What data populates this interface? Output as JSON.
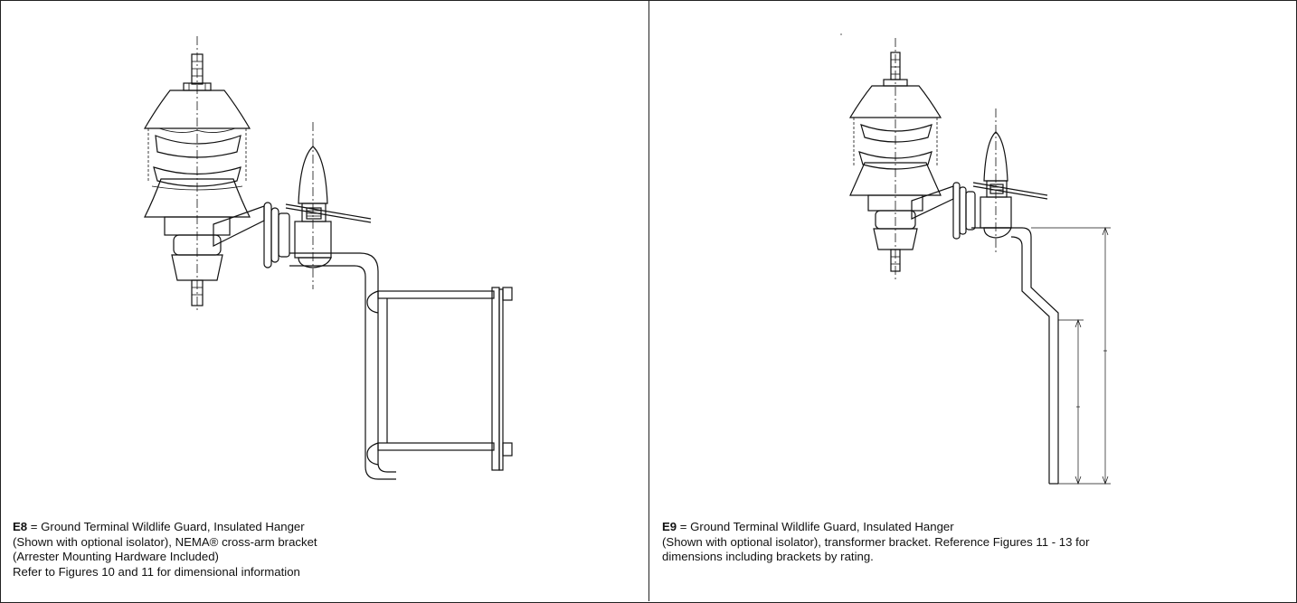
{
  "panels": [
    {
      "code": "E8",
      "desc": " = Ground Terminal Wildlife Guard, Insulated Hanger",
      "lines": [
        "(Shown with optional isolator), NEMA® cross-arm bracket",
        "(Arrester Mounting Hardware Included)",
        "Refer to Figures 10 and 11 for dimensional information"
      ]
    },
    {
      "code": "E9",
      "desc": " = Ground Terminal Wildlife Guard, Insulated Hanger",
      "lines": [
        "(Shown with optional isolator), transformer bracket. Reference Figures 11 - 13 for",
        "dimensions including brackets by rating."
      ]
    }
  ],
  "colors": {
    "line": "#111111",
    "background": "#ffffff",
    "border": "#222222"
  }
}
